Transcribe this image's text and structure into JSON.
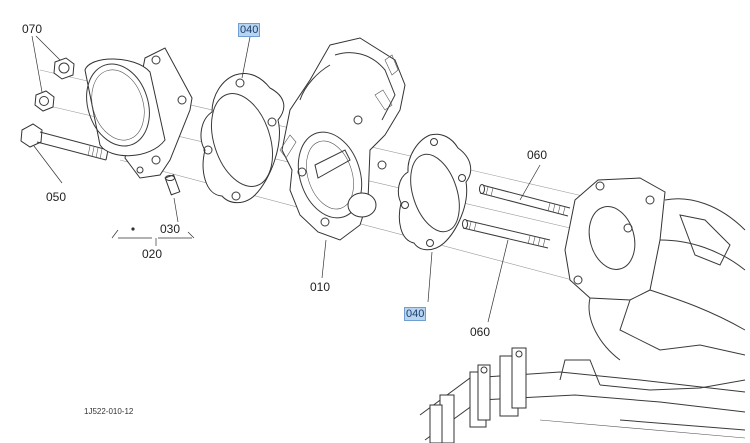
{
  "diagram": {
    "drawing_number": "1J522-010-12",
    "highlight_color": "#b9d4ef",
    "callouts": {
      "c070": "070",
      "c040_top": "040",
      "c050": "050",
      "c030": "030",
      "c020": "020",
      "c010": "010",
      "c060_top": "060",
      "c040_bottom": "040",
      "c060_bottom": "060"
    }
  }
}
